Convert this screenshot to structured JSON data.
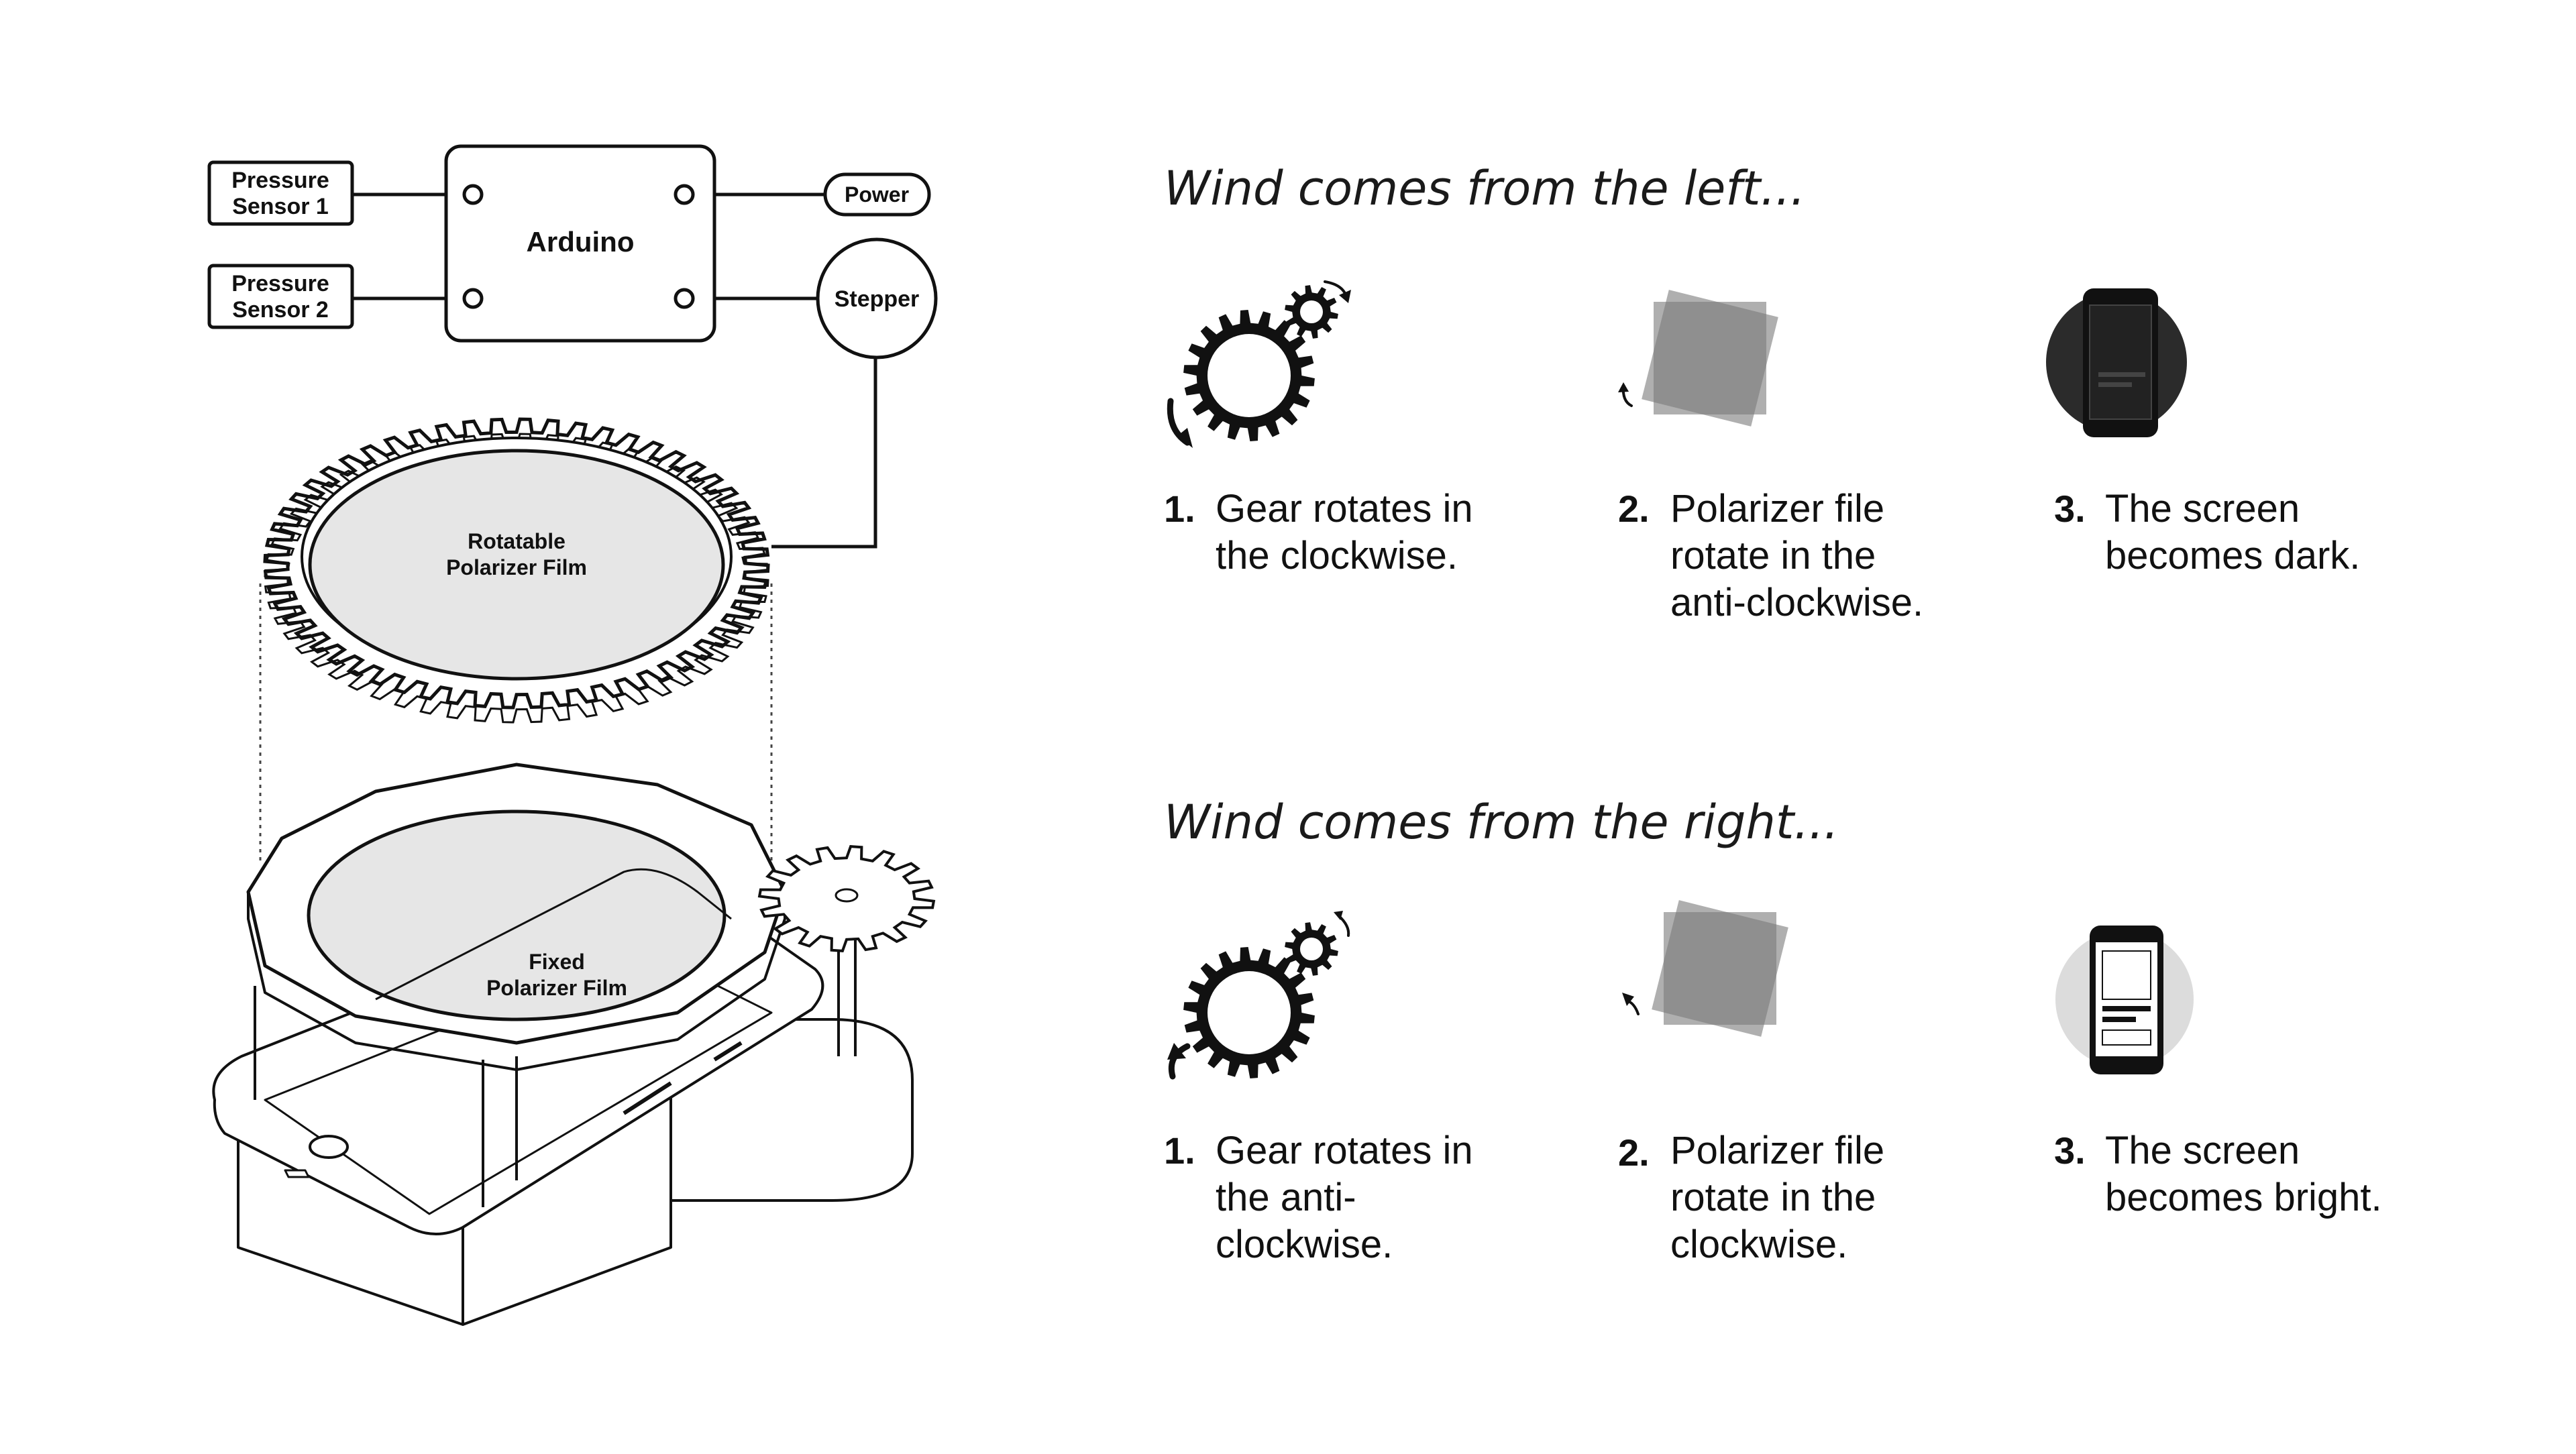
{
  "diagram": {
    "box_labels": {
      "sensor1": [
        "Pressure",
        "Sensor 1"
      ],
      "sensor2": [
        "Pressure",
        "Sensor 2"
      ],
      "arduino": "Arduino",
      "power": "Power",
      "stepper": "Stepper",
      "rotatable_film": [
        "Rotatable",
        "Polarizer Film"
      ],
      "fixed_film": [
        "Fixed",
        "Polarizer Film"
      ]
    }
  },
  "scenarios": [
    {
      "heading": "Wind comes from the left...",
      "steps": [
        {
          "num": "1.",
          "lines": [
            "Gear rotates in",
            "the clockwise."
          ],
          "icon": "gear-pair-icon"
        },
        {
          "num": "2.",
          "lines": [
            "Polarizer file",
            "rotate in the",
            "anti-clockwise."
          ],
          "icon": "polarizer-squares-icon"
        },
        {
          "num": "3.",
          "lines": [
            "The screen",
            "becomes dark."
          ],
          "icon": "dark-phone-icon"
        }
      ]
    },
    {
      "heading": "Wind comes from the right...",
      "steps": [
        {
          "num": "1.",
          "lines": [
            "Gear rotates in",
            "the anti-",
            "clockwise."
          ],
          "icon": "gear-pair-icon"
        },
        {
          "num": "2.",
          "lines": [
            "Polarizer file",
            "rotate in the",
            "clockwise."
          ],
          "icon": "polarizer-squares-icon"
        },
        {
          "num": "3.",
          "lines": [
            "The screen",
            "becomes bright."
          ],
          "icon": "bright-phone-icon"
        }
      ]
    }
  ],
  "colors": {
    "ink": "#111111",
    "film_fill": "#e6e6e6",
    "polarizer_gray": "#7a7a7a",
    "dark_disc": "#2b2b2b",
    "light_disc": "#dcdcdc"
  }
}
